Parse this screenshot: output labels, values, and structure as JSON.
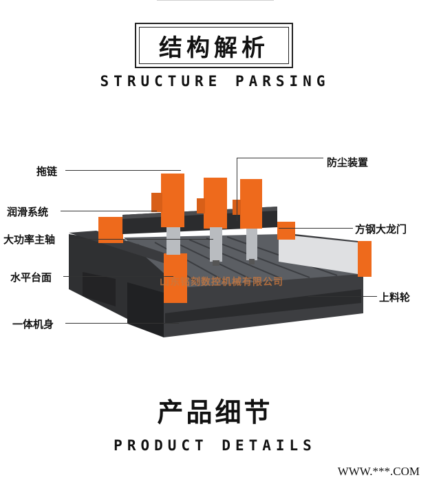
{
  "header": {
    "title_cn": "结构解析",
    "title_en": "STRUCTURE PARSING"
  },
  "labels": {
    "drag_chain": "拖链",
    "lubrication": "润滑系统",
    "spindle": "大功率主轴",
    "table": "水平台面",
    "bed": "一体机身",
    "dust_cover": "防尘装置",
    "gantry": "方钢大龙门",
    "loading_wheel": "上料轮"
  },
  "watermark": "山东铭刻数控机械有限公司",
  "details": {
    "title_cn": "产品细节",
    "title_en": "PRODUCT DETAILS"
  },
  "footer": "WWW.***.COM"
}
